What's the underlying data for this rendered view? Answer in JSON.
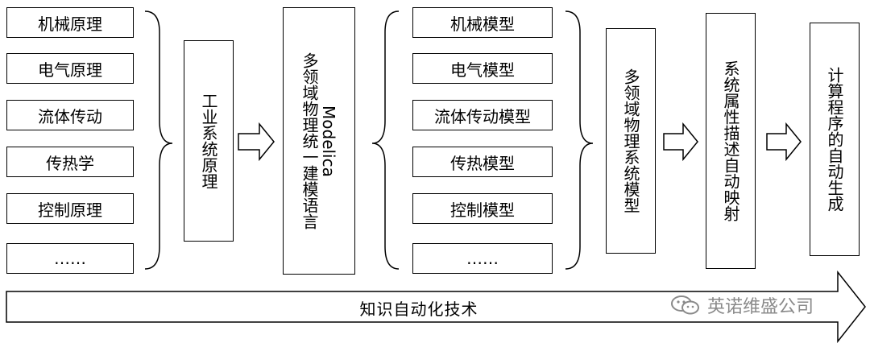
{
  "left_column": {
    "items": [
      "机械原理",
      "电气原理",
      "流体传动",
      "传热学",
      "控制原理",
      "……"
    ]
  },
  "industrial_box": "工业系统原理",
  "modelica_box": {
    "line1": "多领域物理统一建模语言",
    "line2": "Modelica"
  },
  "model_column": {
    "items": [
      "机械模型",
      "电气模型",
      "流体传动模型",
      "传热模型",
      "控制模型",
      "……"
    ]
  },
  "multidomain_box": "多领域物理系统模型",
  "mapping_box": "系统属性描述自动映射",
  "codegen_box": "计算程序的自动生成",
  "bottom_arrow": "知识自动化技术",
  "watermark": "英诺维盛公司",
  "colors": {
    "stroke": "#000000",
    "watermark": "#8a8a8a"
  }
}
